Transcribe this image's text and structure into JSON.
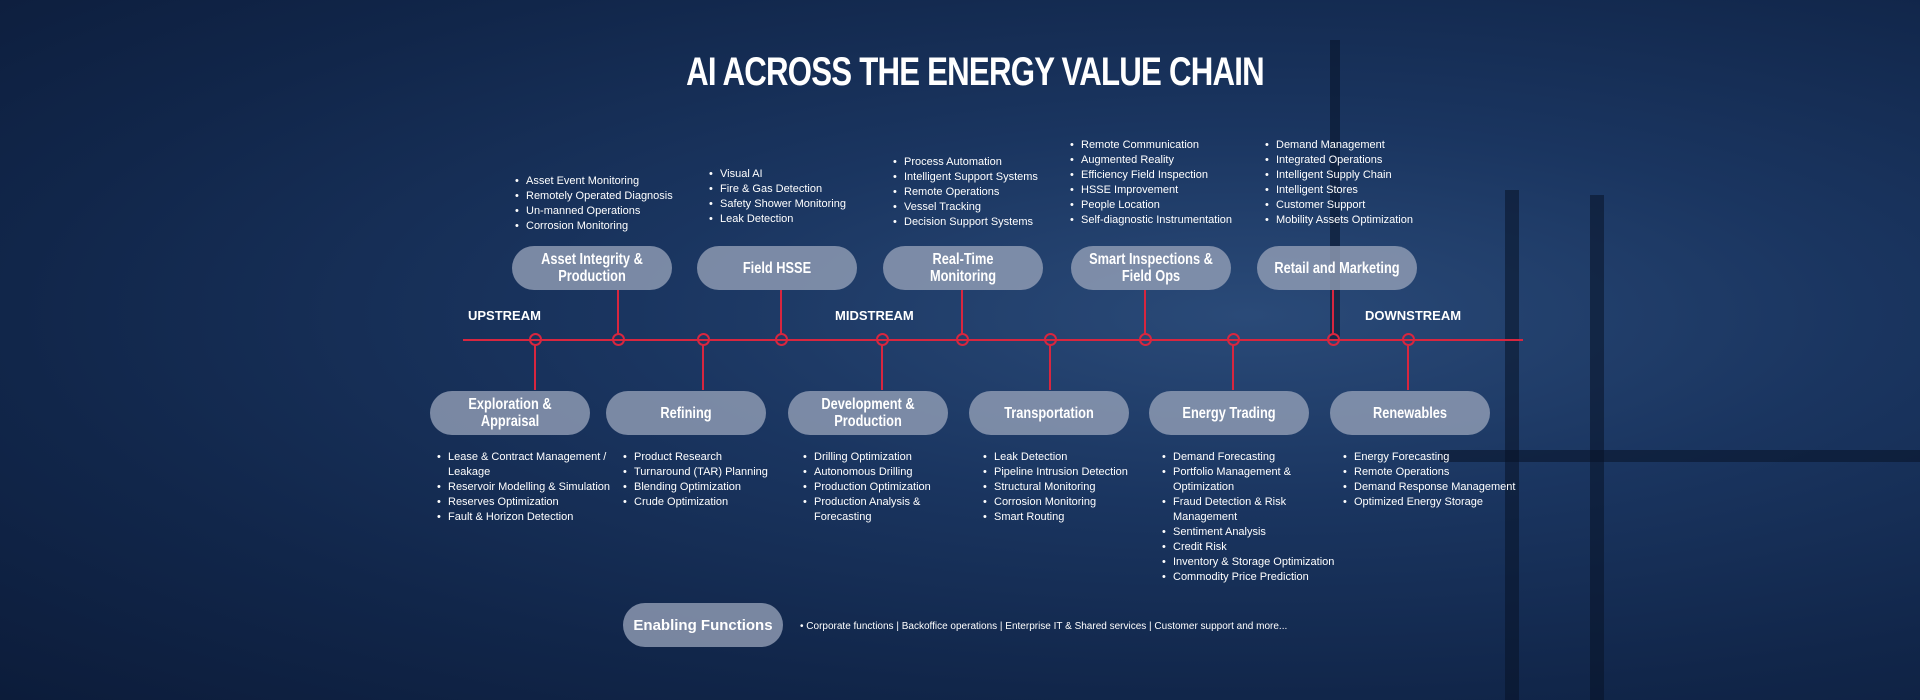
{
  "title": "AI ACROSS THE ENERGY VALUE CHAIN",
  "streams": {
    "upstream": "UPSTREAM",
    "midstream": "MIDSTREAM",
    "downstream": "DOWNSTREAM"
  },
  "top": [
    {
      "label": "Asset Integrity & Production",
      "items": [
        "Asset Event Monitoring",
        "Remotely Operated Diagnosis",
        "Un-manned Operations",
        "Corrosion Monitoring"
      ]
    },
    {
      "label": "Field HSSE",
      "items": [
        "Visual AI",
        "Fire & Gas Detection",
        "Safety Shower Monitoring",
        "Leak Detection"
      ]
    },
    {
      "label": "Real-Time Monitoring",
      "items": [
        "Process Automation",
        "Intelligent Support Systems",
        "Remote Operations",
        "Vessel Tracking",
        "Decision Support Systems"
      ]
    },
    {
      "label": "Smart Inspections & Field Ops",
      "items": [
        "Remote Communication",
        "Augmented Reality",
        "Efficiency Field Inspection",
        "HSSE Improvement",
        "People Location",
        "Self-diagnostic Instrumentation"
      ]
    },
    {
      "label": "Retail and Marketing",
      "items": [
        "Demand Management",
        "Integrated Operations",
        "Intelligent Supply Chain",
        "Intelligent Stores",
        "Customer Support",
        "Mobility Assets Optimization"
      ]
    }
  ],
  "bottom": [
    {
      "label": "Exploration & Appraisal",
      "items": [
        "Lease & Contract Management / Leakage",
        "Reservoir Modelling & Simulation",
        "Reserves Optimization",
        "Fault & Horizon Detection"
      ]
    },
    {
      "label": "Refining",
      "items": [
        "Product Research",
        "Turnaround (TAR) Planning",
        "Blending Optimization",
        "Crude Optimization"
      ]
    },
    {
      "label": "Development & Production",
      "items": [
        "Drilling Optimization",
        "Autonomous Drilling",
        "Production Optimization",
        "Production Analysis & Forecasting"
      ]
    },
    {
      "label": "Transportation",
      "items": [
        "Leak Detection",
        "Pipeline Intrusion Detection",
        "Structural Monitoring",
        "Corrosion Monitoring",
        "Smart Routing"
      ]
    },
    {
      "label": "Energy Trading",
      "items": [
        "Demand Forecasting",
        "Portfolio Management & Optimization",
        "Fraud Detection & Risk Management",
        "Sentiment Analysis",
        "Credit Risk",
        "Inventory & Storage Optimization",
        "Commodity Price Prediction"
      ]
    },
    {
      "label": "Renewables",
      "items": [
        "Energy Forecasting",
        "Remote Operations",
        "Demand Response Management",
        "Optimized Energy Storage"
      ]
    }
  ],
  "enabling": {
    "label": "Enabling Functions",
    "text": "Corporate functions  | Backoffice operations | Enterprise IT & Shared services | Customer support and more..."
  }
}
